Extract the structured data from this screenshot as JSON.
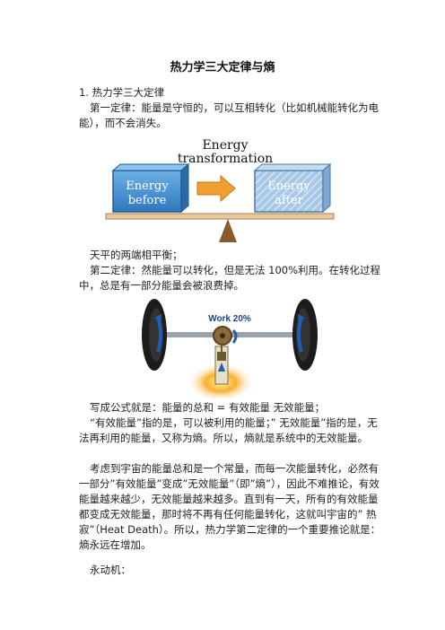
{
  "title": "热力学三大定律与熵",
  "section_heading": "1. 热力学三大定律",
  "first_law": "第一定律：能量是守恒的，可以互相转化（比如机械能转化为电能），而不会消失。",
  "fig1": {
    "heading_line1": "Energy",
    "heading_line2": "transformation",
    "left_box_line1": "Energy",
    "left_box_line2": "before",
    "right_box_line1": "Energy",
    "right_box_line2": "after",
    "colors": {
      "box_blue": "#3a86c8",
      "arrow_orange": "#f0a030",
      "beam_tan": "#e8c9a0"
    }
  },
  "balance_note": "天平的两端相平衡；",
  "second_law": "第二定律：然能量可以转化，但是无法 100%利用。在转化过程中，总是有一部分能量会被浪费掉。",
  "fig2": {
    "work_label": "Work 20%",
    "colors": {
      "tire": "#1c1c1c",
      "hub_blue": "#1e5fb3",
      "flame": "#f59a1e"
    }
  },
  "formula": "写成公式就是：能量的总和 = 有效能量 无效能量；",
  "para_effective": "“有效能量”指的是，可以被利用的能量；” 无效能量”指的是，无法再利用的能量，又称为熵。所以，熵就是系统中的无效能量。",
  "para_universe": "考虑到宇宙的能量总和是一个常量，而每一次能量转化，必然有一部分”有效能量”变成”无效能量”（即”熵”），因此不难推论，有效能量越来越少，无效能量越来越多。直到有一天，所有的有效能量都变成无效能量，那时将不再有任何能量转化，这就叫宇宙的” 热寂”（Heat Death）。所以，热力学第二定律的一个重要推论就是：熵永远在增加。",
  "perpetual": "永动机："
}
